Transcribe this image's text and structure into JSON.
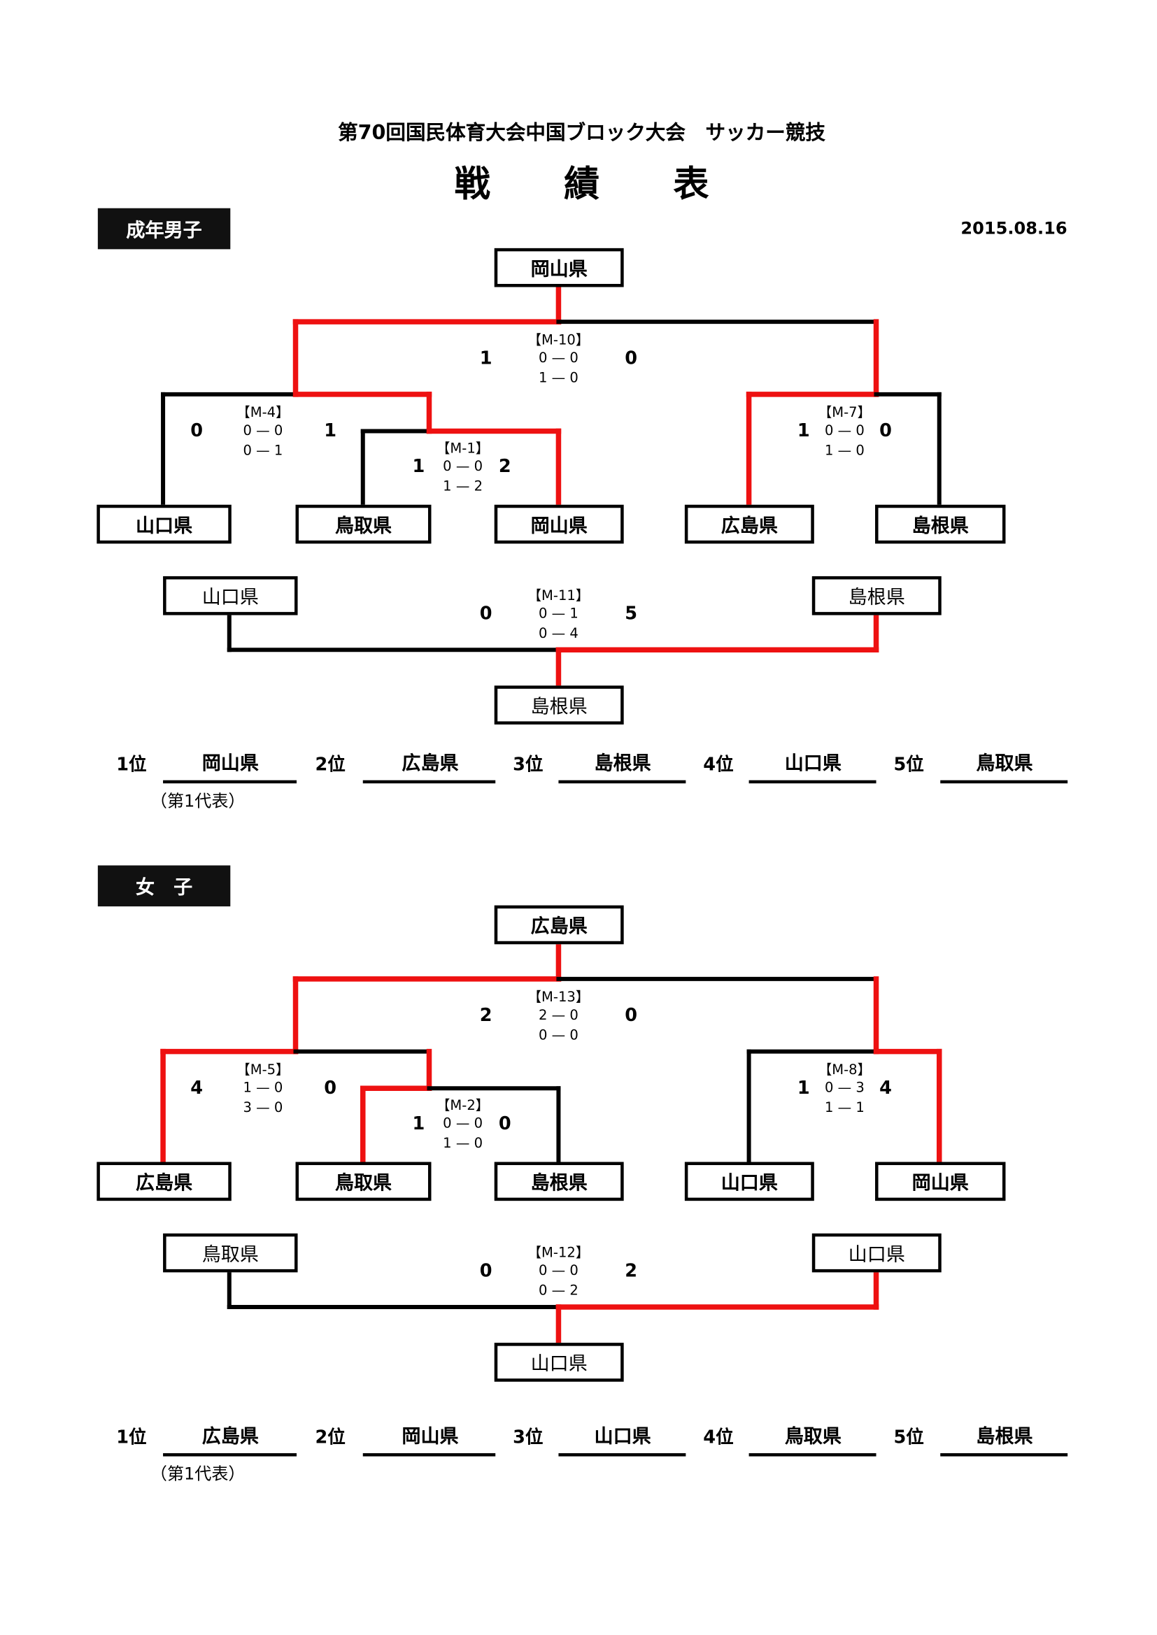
{
  "header": {
    "title": "第70回国民体育大会中国ブロック大会　サッカー競技",
    "subtitle": "戦績表",
    "date": "2015.08.16"
  },
  "colors": {
    "winner_line": "#ee1111",
    "line": "#000000"
  },
  "sections": [
    {
      "label": "成年男子",
      "champion": "岡山県",
      "teams": [
        "山口県",
        "鳥取県",
        "岡山県",
        "広島県",
        "島根県"
      ],
      "matches": {
        "final": {
          "id": "【M-10】",
          "left": "1",
          "right": "0",
          "half1": "0 — 0",
          "half2": "1 — 0"
        },
        "left_semi": {
          "id": "【M-4】",
          "left": "0",
          "right": "1",
          "half1": "0 — 0",
          "half2": "0 — 1"
        },
        "first_round": {
          "id": "【M-1】",
          "left": "1",
          "right": "2",
          "half1": "0 — 0",
          "half2": "1 — 2"
        },
        "right_semi": {
          "id": "【M-7】",
          "left": "1",
          "right": "0",
          "half1": "0 — 0",
          "half2": "1 — 0"
        },
        "third_place": {
          "id": "【M-11】",
          "left": "0",
          "right": "5",
          "half1": "0 — 1",
          "half2": "0 — 4"
        }
      },
      "third_place_teams": [
        "山口県",
        "島根県"
      ],
      "third_place_winner": "島根県",
      "rankings": [
        {
          "rank": "1位",
          "team": "岡山県"
        },
        {
          "rank": "2位",
          "team": "広島県"
        },
        {
          "rank": "3位",
          "team": "島根県"
        },
        {
          "rank": "4位",
          "team": "山口県"
        },
        {
          "rank": "5位",
          "team": "鳥取県"
        }
      ],
      "note": "（第1代表）"
    },
    {
      "label": "女　子",
      "champion": "広島県",
      "teams": [
        "広島県",
        "鳥取県",
        "島根県",
        "山口県",
        "岡山県"
      ],
      "matches": {
        "final": {
          "id": "【M-13】",
          "left": "2",
          "right": "0",
          "half1": "2 — 0",
          "half2": "0 — 0"
        },
        "left_semi": {
          "id": "【M-5】",
          "left": "4",
          "right": "0",
          "half1": "1 — 0",
          "half2": "3 — 0"
        },
        "first_round": {
          "id": "【M-2】",
          "left": "1",
          "right": "0",
          "half1": "0 — 0",
          "half2": "1 — 0"
        },
        "right_semi": {
          "id": "【M-8】",
          "left": "1",
          "right": "4",
          "half1": "0 — 3",
          "half2": "1 — 1"
        },
        "third_place": {
          "id": "【M-12】",
          "left": "0",
          "right": "2",
          "half1": "0 — 0",
          "half2": "0 — 2"
        }
      },
      "third_place_teams": [
        "鳥取県",
        "山口県"
      ],
      "third_place_winner": "山口県",
      "rankings": [
        {
          "rank": "1位",
          "team": "広島県"
        },
        {
          "rank": "2位",
          "team": "岡山県"
        },
        {
          "rank": "3位",
          "team": "山口県"
        },
        {
          "rank": "4位",
          "team": "鳥取県"
        },
        {
          "rank": "5位",
          "team": "島根県"
        }
      ],
      "note": "（第1代表）"
    }
  ]
}
